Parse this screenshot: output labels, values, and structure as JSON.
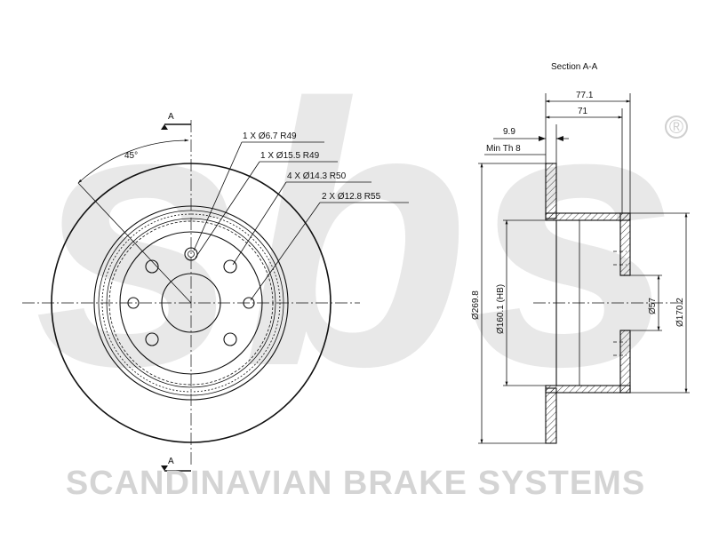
{
  "watermark": {
    "logo_text": "sbs",
    "registered_mark": "®",
    "brand_line": "SCANDINAVIAN BRAKE SYSTEMS"
  },
  "front_view": {
    "section_marker_top": "A",
    "section_marker_bottom": "A",
    "angle_label": "45°",
    "callouts": [
      "1 X Ø6.7 R49",
      "1 X Ø15.5 R49",
      "4 X Ø14.3 R50",
      "2 X Ø12.8 R55"
    ]
  },
  "section_view": {
    "title": "Section A-A",
    "dim_overall_height": "77.1",
    "dim_height": "71",
    "dim_thickness": "9.9",
    "dim_min_thickness": "Min Th 8",
    "dim_disc_diameter": "Ø269.8",
    "dim_hub_diameter": "Ø160.1 (HB)",
    "dim_center_bore": "Ø57",
    "dim_hat_diameter": "Ø170.2"
  }
}
